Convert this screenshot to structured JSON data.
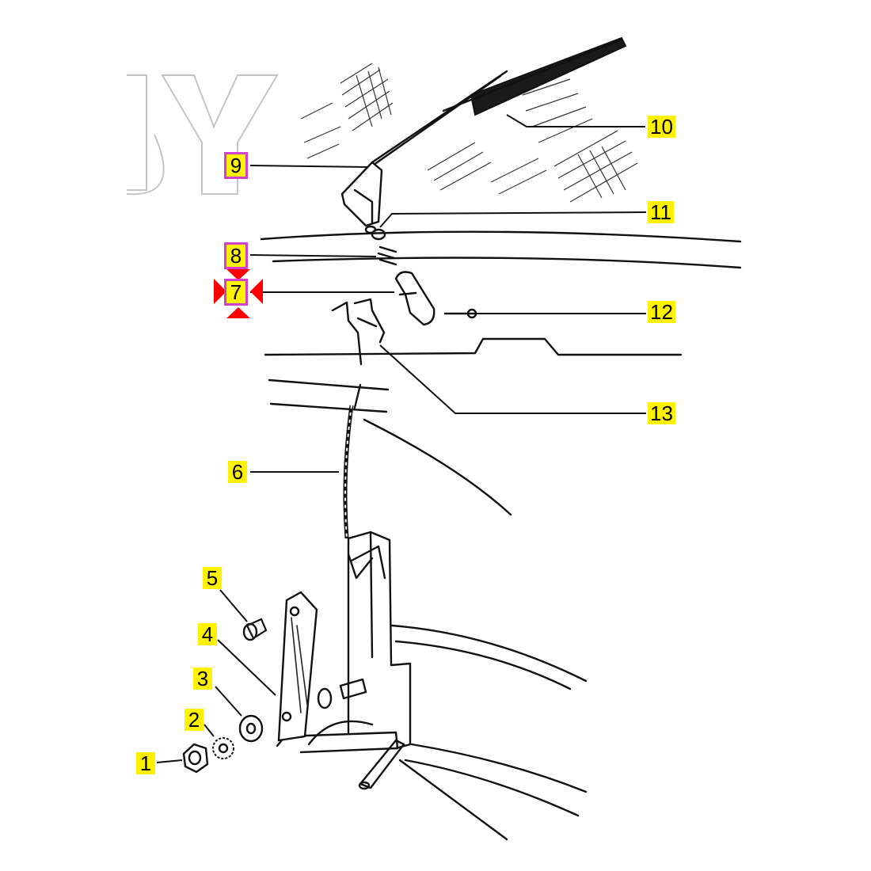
{
  "colors": {
    "label_highlight": "#fff200",
    "selected_outline": "#d33fd3",
    "marker": "#ff0000",
    "line": "#111111",
    "watermark": "#bdbdbd"
  },
  "watermark": {
    "text": "SY"
  },
  "callouts": [
    {
      "id": "1",
      "text": "1",
      "boxed": false
    },
    {
      "id": "2",
      "text": "2",
      "boxed": false
    },
    {
      "id": "3",
      "text": "3",
      "boxed": false
    },
    {
      "id": "4",
      "text": "4",
      "boxed": false
    },
    {
      "id": "5",
      "text": "5",
      "boxed": false
    },
    {
      "id": "6",
      "text": "6",
      "boxed": false
    },
    {
      "id": "7",
      "text": "7",
      "boxed": true,
      "marked": true
    },
    {
      "id": "8",
      "text": "8",
      "boxed": true
    },
    {
      "id": "9",
      "text": "9",
      "boxed": true
    },
    {
      "id": "10",
      "text": "10",
      "boxed": false
    },
    {
      "id": "11",
      "text": "11",
      "boxed": false
    },
    {
      "id": "12",
      "text": "12",
      "boxed": false
    },
    {
      "id": "13",
      "text": "13",
      "boxed": false
    }
  ]
}
